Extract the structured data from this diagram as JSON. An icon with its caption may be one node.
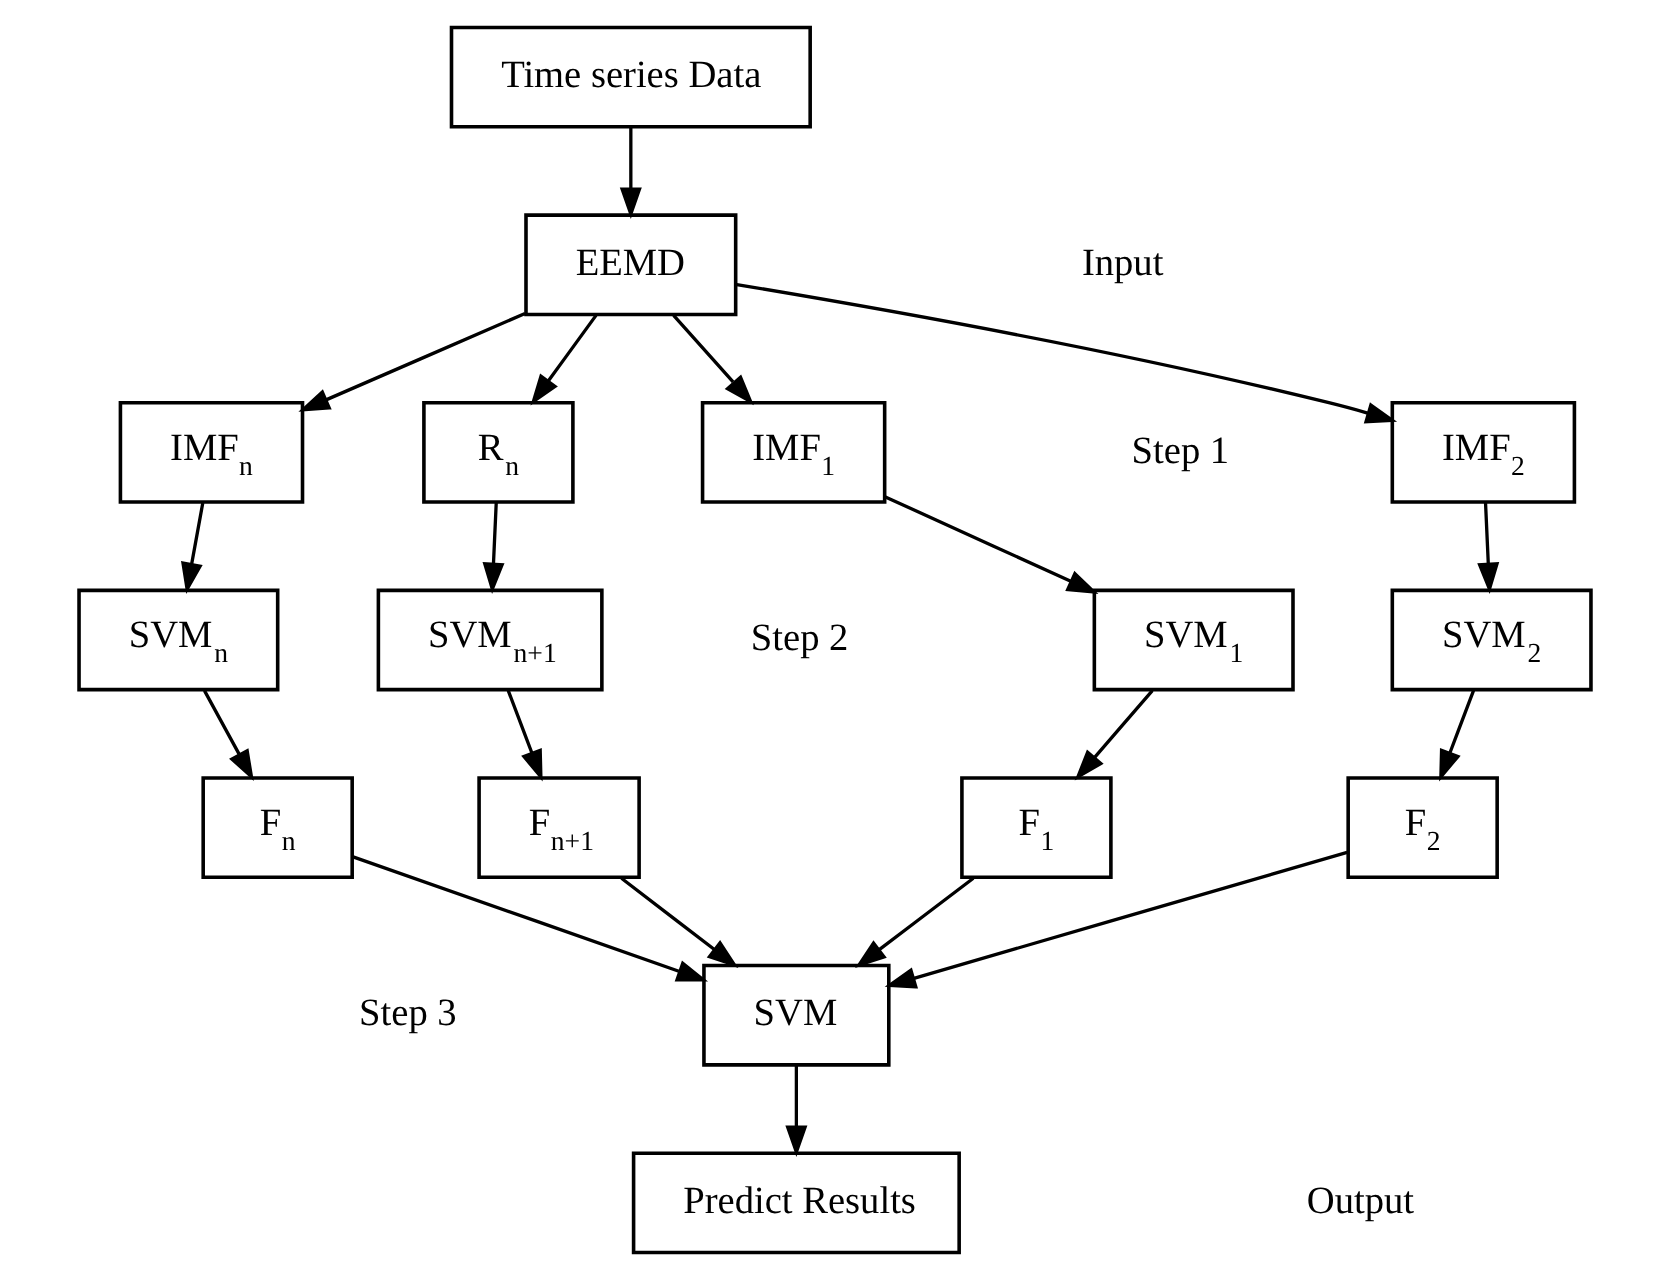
{
  "diagram": {
    "nodes": [
      {
        "text": [
          "Time series Data"
        ]
      },
      {
        "text": [
          "EEMD"
        ]
      },
      {
        "text": [
          "IMF$_{1}$"
        ]
      },
      {
        "text": [
          "IMF$_{2}$"
        ]
      },
      {
        "text": [
          "IMF$_{n}$"
        ]
      },
      {
        "text": [
          "R$_{n}$"
        ]
      },
      {
        "text": [
          "SVM$_{1}$"
        ]
      },
      {
        "text": [
          "SVM$_{2}$"
        ]
      },
      {
        "text": [
          "SVM$_{n}$"
        ]
      },
      {
        "text": [
          "SVM$_{n+1}$"
        ]
      },
      {
        "text": [
          "F$_{1}$"
        ]
      },
      {
        "text": [
          "F$_{2}$"
        ]
      },
      {
        "text": [
          "F$_{n}$"
        ]
      },
      {
        "text": [
          "F$_{n+1}$"
        ]
      },
      {
        "text": [
          "SVM"
        ]
      },
      {
        "text": [
          "Predict Results"
        ]
      }
    ],
    "edges": [
      {
        "from": 0,
        "to": 1,
        "arrow": "to"
      },
      {
        "from": 1,
        "to": 2,
        "arrow": "to"
      },
      {
        "from": 1,
        "to": 3,
        "arrow": "to"
      },
      {
        "from": 1,
        "to": 4,
        "arrow": "to"
      },
      {
        "from": 1,
        "to": 5,
        "arrow": "to"
      },
      {
        "from": 2,
        "to": 6,
        "arrow": "to"
      },
      {
        "from": 3,
        "to": 7,
        "arrow": "to"
      },
      {
        "from": 4,
        "to": 8,
        "arrow": "to"
      },
      {
        "from": 5,
        "to": 9,
        "arrow": "to"
      },
      {
        "from": 6,
        "to": 10,
        "arrow": "to"
      },
      {
        "from": 7,
        "to": 11,
        "arrow": "to"
      },
      {
        "from": 8,
        "to": 12,
        "arrow": "to"
      },
      {
        "from": 9,
        "to": 13,
        "arrow": "to"
      },
      {
        "from": 10,
        "to": 14,
        "arrow": "to"
      },
      {
        "from": 11,
        "to": 14,
        "arrow": "to"
      },
      {
        "from": 12,
        "to": 14,
        "arrow": "to"
      },
      {
        "from": 13,
        "to": 14,
        "arrow": "to"
      },
      {
        "from": 14,
        "to": 15,
        "arrow": "to"
      }
    ],
    "labels": [
      "Input",
      "Step 1",
      "Step 2",
      "Step 3",
      "Output"
    ]
  }
}
